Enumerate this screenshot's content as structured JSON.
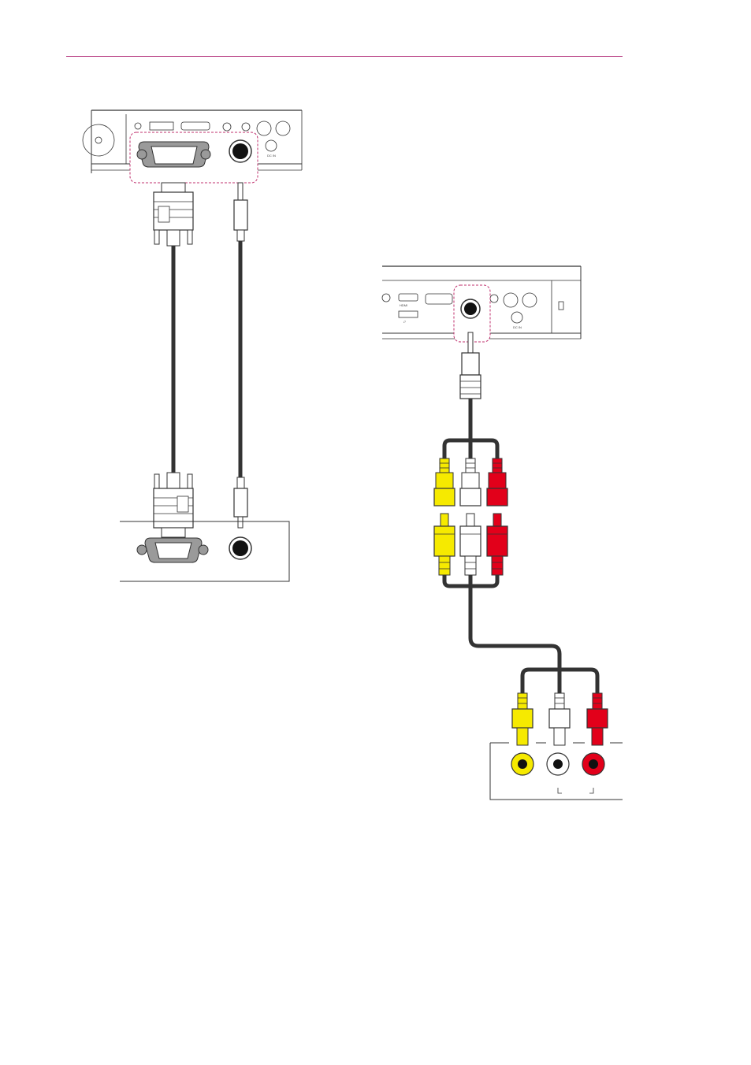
{
  "colors": {
    "header_rule": "#b3307a",
    "highlight_dash": "#c0306e",
    "cable": "#333333",
    "video_plug": "#f6ea00",
    "audio_left_plug": "#ffffff",
    "audio_right_plug": "#e2001a",
    "line": "#333333"
  },
  "labels": {
    "hdmi": "HDMI",
    "usb": "⮏",
    "dc_in": "DC IN",
    "dc_in_small": "DC IN"
  },
  "icons": {
    "vga_port": "d-sub-15-pin-port",
    "audio_jack": "3.5mm-jack",
    "rca_plug": "rca-plug",
    "lock": "kensington-lock-icon"
  }
}
